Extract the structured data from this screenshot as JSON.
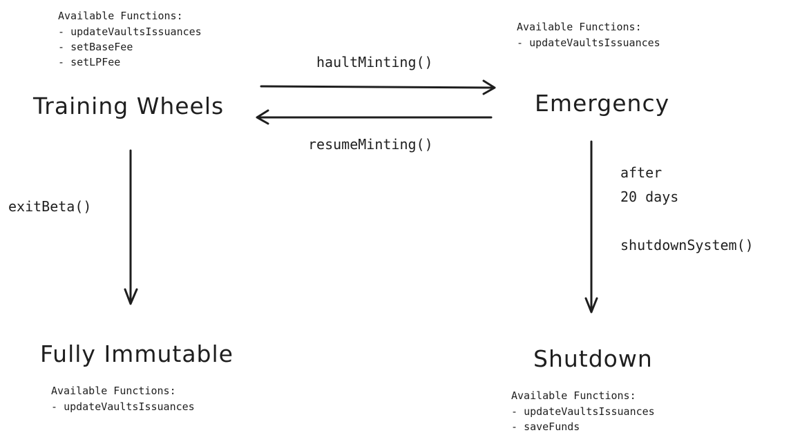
{
  "states": {
    "training_wheels": {
      "title": "Training Wheels",
      "functions_heading": "Available Functions:",
      "functions": [
        "updateVaultsIssuances",
        "setBaseFee",
        "setLPFee"
      ]
    },
    "emergency": {
      "title": "Emergency",
      "functions_heading": "Available Functions:",
      "functions": [
        "updateVaultsIssuances"
      ]
    },
    "fully_immutable": {
      "title": "Fully Immutable",
      "functions_heading": "Available Functions:",
      "functions": [
        "updateVaultsIssuances"
      ]
    },
    "shutdown": {
      "title": "Shutdown",
      "functions_heading": "Available Functions:",
      "functions": [
        "updateVaultsIssuances",
        "saveFunds"
      ]
    }
  },
  "transitions": {
    "hault_minting": "haultMinting()",
    "resume_minting": "resumeMinting()",
    "exit_beta": "exitBeta()",
    "shutdown_condition_line1": "after",
    "shutdown_condition_line2": "20 days",
    "shutdown_system": "shutdownSystem()"
  },
  "colors": {
    "ink": "#1e1e1e",
    "background": "#ffffff"
  }
}
